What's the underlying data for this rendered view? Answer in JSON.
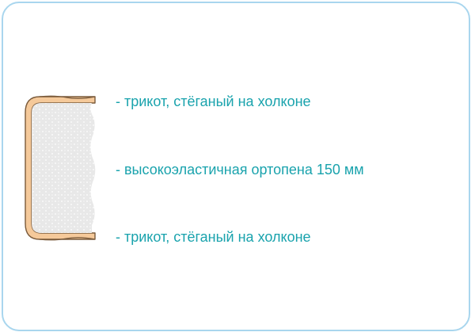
{
  "diagram": {
    "layers": [
      {
        "label": "- трикот, стёганый на холконе"
      },
      {
        "label": "- высокоэластичная ортопена 150 мм"
      },
      {
        "label": "- трикот, стёганый на холконе"
      }
    ]
  },
  "colors": {
    "frame_border": "#a9d6ee",
    "label_text": "#1aa3ad",
    "cover_fill": "#f5c99a",
    "cover_stroke": "#7a5a3a",
    "foam_fill": "#e8e8e8",
    "foam_dots": "#ffffff"
  }
}
